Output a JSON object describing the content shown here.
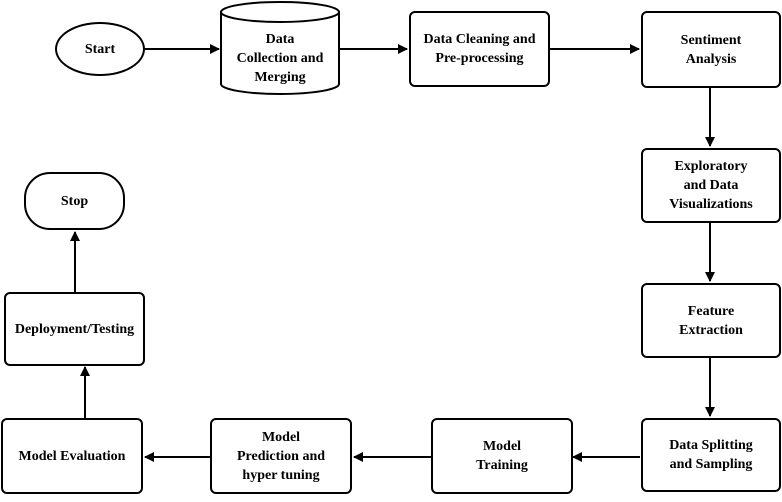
{
  "nodes": {
    "start": "Start",
    "data_collection": "Data\nCollection and\nMerging",
    "data_cleaning": "Data Cleaning and\nPre-processing",
    "sentiment": "Sentiment\nAnalysis",
    "exploratory": "Exploratory\nand Data\nVisualizations",
    "feature": "Feature\nExtraction",
    "splitting": "Data Splitting\nand Sampling",
    "training": "Model\nTraining",
    "prediction": "Model\nPrediction and\nhyper tuning",
    "evaluation": "Model Evaluation",
    "deployment": "Deployment/Testing",
    "stop": "Stop"
  }
}
